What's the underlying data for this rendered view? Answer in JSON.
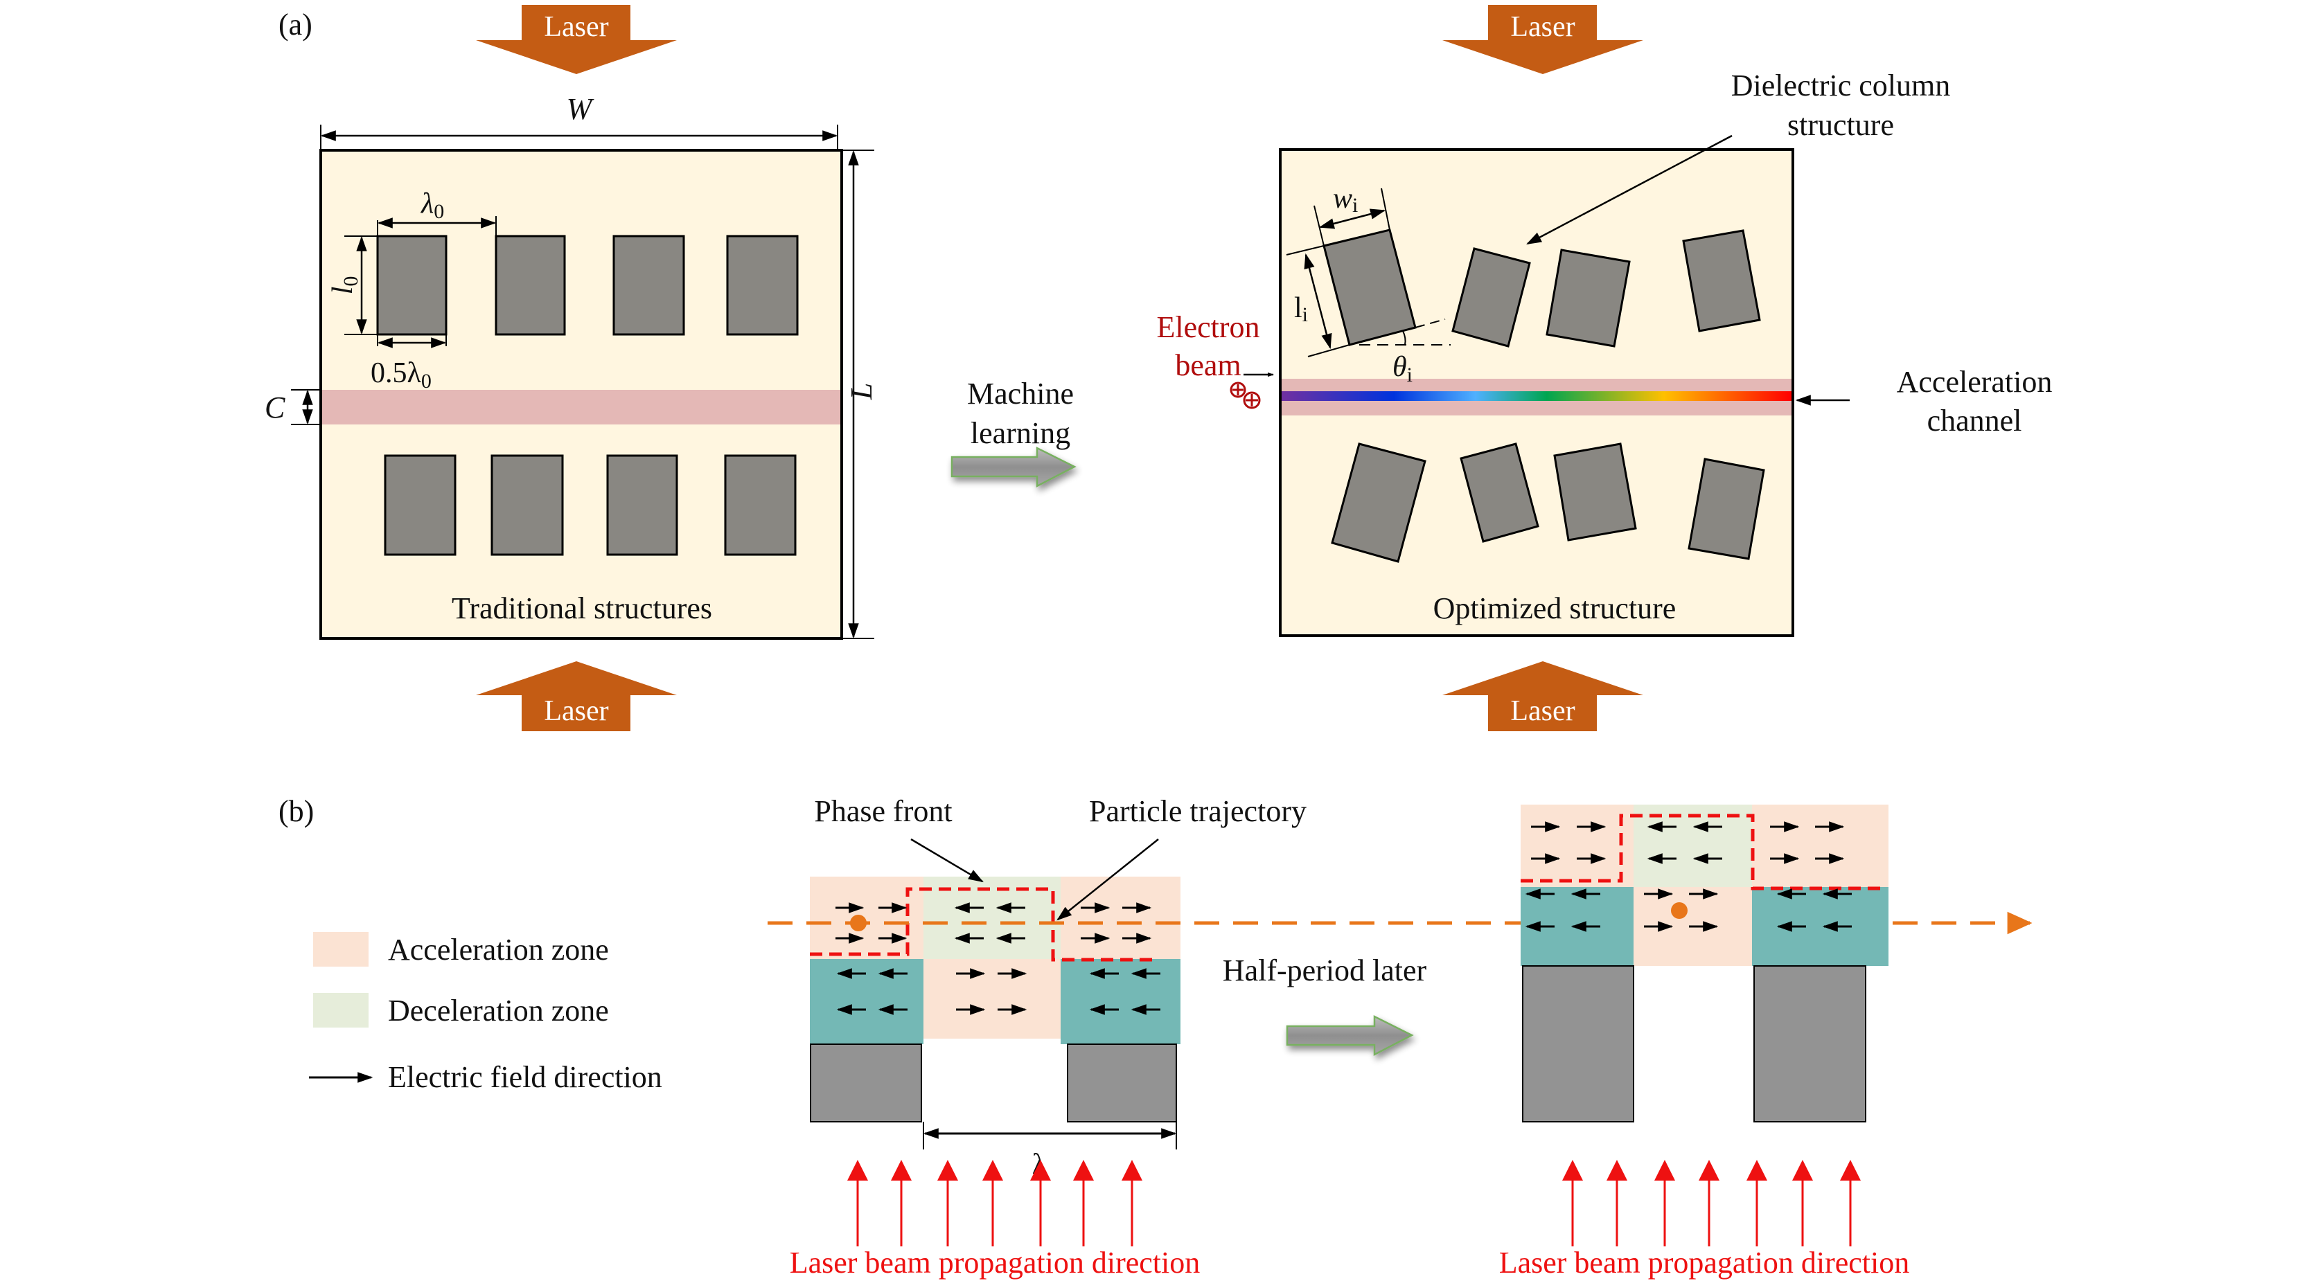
{
  "colors": {
    "laser_orange": "#C45C14",
    "panel_bg": "#FFF6E0",
    "column_gray": "#898782",
    "channel_pink": "#E4B8B6",
    "electron_red": "#B00D0D",
    "acc_zone": "#FBE3D3",
    "dec_zone": "#E6EDDA",
    "teal": "#74B8B5",
    "bcol_gray": "#939393",
    "traj_orange": "#E8761A",
    "phase_red": "#EE1111",
    "laser_red": "#EE1111",
    "ml_arrow_border": "#78B060"
  },
  "panel_a": {
    "label": "(a)",
    "laser_label": "Laser",
    "left": {
      "caption": "Traditional structures",
      "dim_W": "W",
      "dim_L": "L",
      "dim_C": "C",
      "dim_lambda0": "λ",
      "dim_lambda0_sub": "0",
      "dim_l0": "l",
      "dim_l0_sub": "0",
      "dim_half": "0.5λ",
      "dim_half_sub": "0"
    },
    "machine_learning": [
      "Machine",
      "learning"
    ],
    "right": {
      "caption": "Optimized structure",
      "dim_w": "w",
      "dim_w_sub": "i",
      "dim_l": "l",
      "dim_l_sub": "i",
      "dim_theta": "θ",
      "dim_theta_sub": "i",
      "electron_beam": [
        "Electron",
        "beam"
      ],
      "dielectric_label": [
        "Dielectric column",
        "structure"
      ],
      "acceleration_channel": [
        "Acceleration",
        "channel"
      ]
    }
  },
  "panel_b": {
    "label": "(b)",
    "legend": {
      "acceleration": "Acceleration zone",
      "deceleration": "Deceleration zone",
      "field": "Electric field direction"
    },
    "phase_front": "Phase front",
    "particle_trajectory": "Particle trajectory",
    "half_period": "Half-period later",
    "lambda": "λ",
    "laser_direction": "Laser beam propagation direction"
  }
}
